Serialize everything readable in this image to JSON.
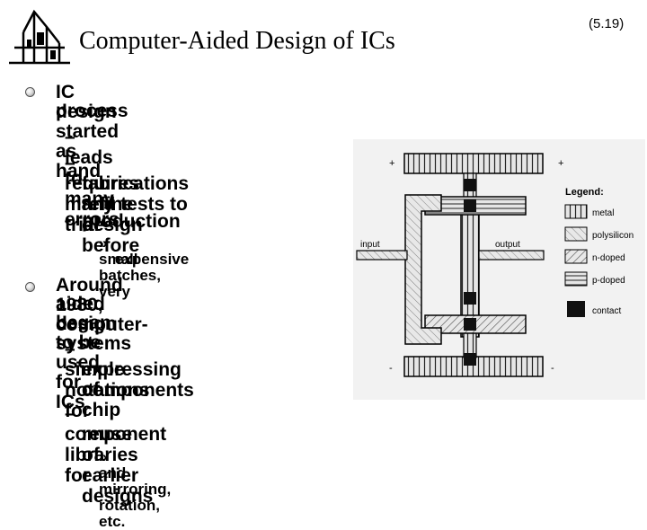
{
  "slide": {
    "title": "Computer-Aided Design of ICs",
    "number": "(5.19)"
  },
  "bullets": [
    {
      "text_lines": [
        "IC design started as hand",
        "process"
      ],
      "subs": [
        {
          "marker": "–",
          "lines": [
            "leads to many errors"
          ]
        },
        {
          "marker": "–",
          "lines": [
            "requires many trial",
            "fabrications and tests to",
            "refine design before",
            "production"
          ]
        }
      ],
      "subsubs": [
        {
          "marker": "»",
          "lines": [
            "small batches, very",
            "expensive"
          ]
        }
      ]
    },
    {
      "text_lines": [
        "Around 1980, computer-",
        "aided design systems",
        "began to be used for ICs"
      ],
      "subs": [
        {
          "marker": "–",
          "lines": [
            "simple notations for",
            "expressing components",
            "of chip"
          ]
        },
        {
          "marker": "–",
          "lines": [
            "component libraries for",
            "reuse of earlier designs"
          ]
        }
      ],
      "subsubs": [
        {
          "marker": "»",
          "lines": [
            "and mirroring, rotation, etc."
          ]
        }
      ]
    }
  ],
  "figure": {
    "labels": {
      "plus_left": "+",
      "plus_right": "+",
      "minus_left": "-",
      "minus_right": "-",
      "input": "input",
      "output": "output"
    },
    "legend": {
      "title": "Legend:",
      "items": [
        "metal",
        "polysilicon",
        "n-doped",
        "p-doped",
        "contact"
      ]
    }
  }
}
